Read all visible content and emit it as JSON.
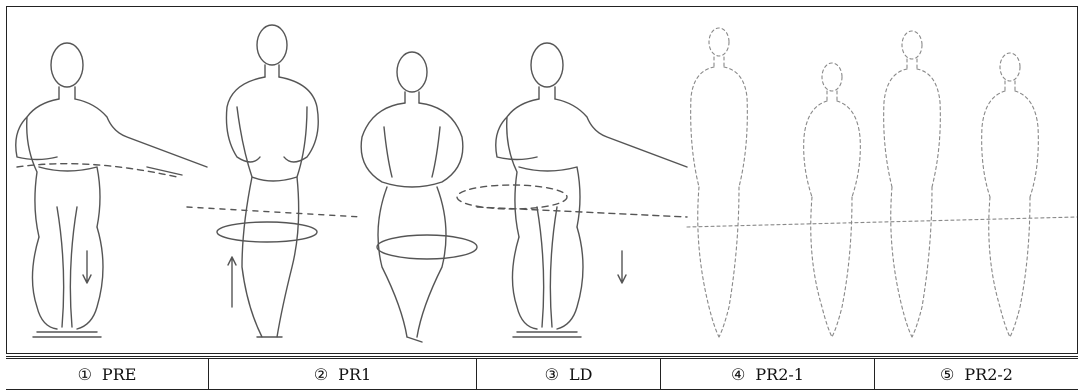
{
  "captions": [
    {
      "num": "①",
      "label": "PRE"
    },
    {
      "num": "②",
      "label": "PR1"
    },
    {
      "num": "③",
      "label": "LD"
    },
    {
      "num": "④",
      "label": "PR2-1"
    },
    {
      "num": "⑤",
      "label": "PR2-2"
    }
  ]
}
